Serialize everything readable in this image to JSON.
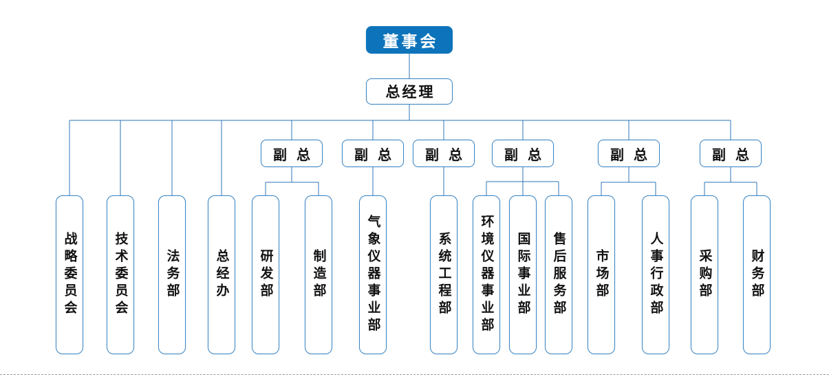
{
  "palette": {
    "accent": "#0d74bb",
    "line": "#2e75b6",
    "border": "#3b86c4",
    "ink": "#111111",
    "divider": "#999999"
  },
  "org": {
    "board": {
      "label": "董事会"
    },
    "general_manager": {
      "label": "总经理"
    },
    "direct_departments": [
      {
        "label": "战略委员会"
      },
      {
        "label": "技术委员会"
      },
      {
        "label": "法务部"
      },
      {
        "label": "总经办"
      }
    ],
    "vp_groups": [
      {
        "vp_label": "副总",
        "departments": [
          {
            "label": "研发部"
          },
          {
            "label": "制造部"
          }
        ]
      },
      {
        "vp_label": "副总",
        "departments": [
          {
            "label": "气象仪器事业部"
          }
        ]
      },
      {
        "vp_label": "副总",
        "departments": [
          {
            "label": "系统工程部"
          }
        ]
      },
      {
        "vp_label": "副总",
        "departments": [
          {
            "label": "环境仪器事业部"
          },
          {
            "label": "国际事业部"
          },
          {
            "label": "售后服务部"
          }
        ]
      },
      {
        "vp_label": "副总",
        "departments": [
          {
            "label": "市场部"
          },
          {
            "label": "人事行政部"
          }
        ]
      },
      {
        "vp_label": "副总",
        "departments": [
          {
            "label": "采购部"
          },
          {
            "label": "财务部"
          }
        ]
      }
    ]
  }
}
